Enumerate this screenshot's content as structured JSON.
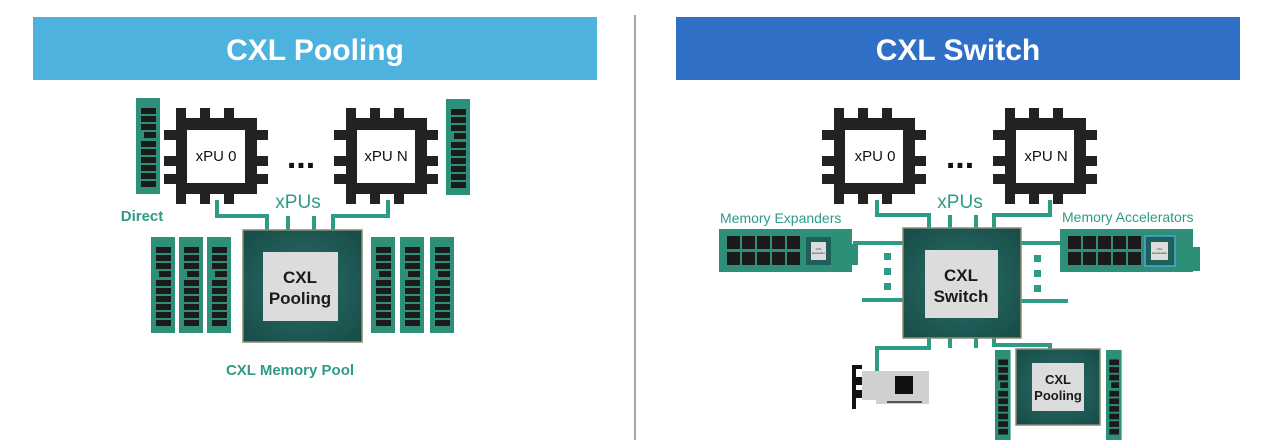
{
  "left": {
    "title": "CXL Pooling",
    "header_color": "#4eb2de",
    "cpu0_label": "xPU 0",
    "cpuN_label": "xPU N",
    "ellipsis": "...",
    "xpus_label": "xPUs",
    "direct_label": "Direct",
    "chip_label_line1": "CXL",
    "chip_label_line2": "Pooling",
    "pool_label": "CXL Memory Pool"
  },
  "right": {
    "title": "CXL Switch",
    "header_color": "#2f6fc6",
    "cpu0_label": "xPU 0",
    "cpuN_label": "xPU N",
    "ellipsis": "...",
    "xpus_label": "xPUs",
    "expanders_label": "Memory Expanders",
    "accelerators_label": "Memory Accelerators",
    "expander_chip_line1": "CXL",
    "expander_chip_line2": "Expander",
    "accelerator_chip_line1": "CXL",
    "accelerator_chip_line2": "Accelerator",
    "switch_label_line1": "CXL",
    "switch_label_line2": "Switch",
    "pool_chip_line1": "CXL",
    "pool_chip_line2": "Pooling"
  },
  "colors": {
    "teal": "#2f9a86",
    "chip": "#1f5f5a",
    "divider": "#888888"
  }
}
